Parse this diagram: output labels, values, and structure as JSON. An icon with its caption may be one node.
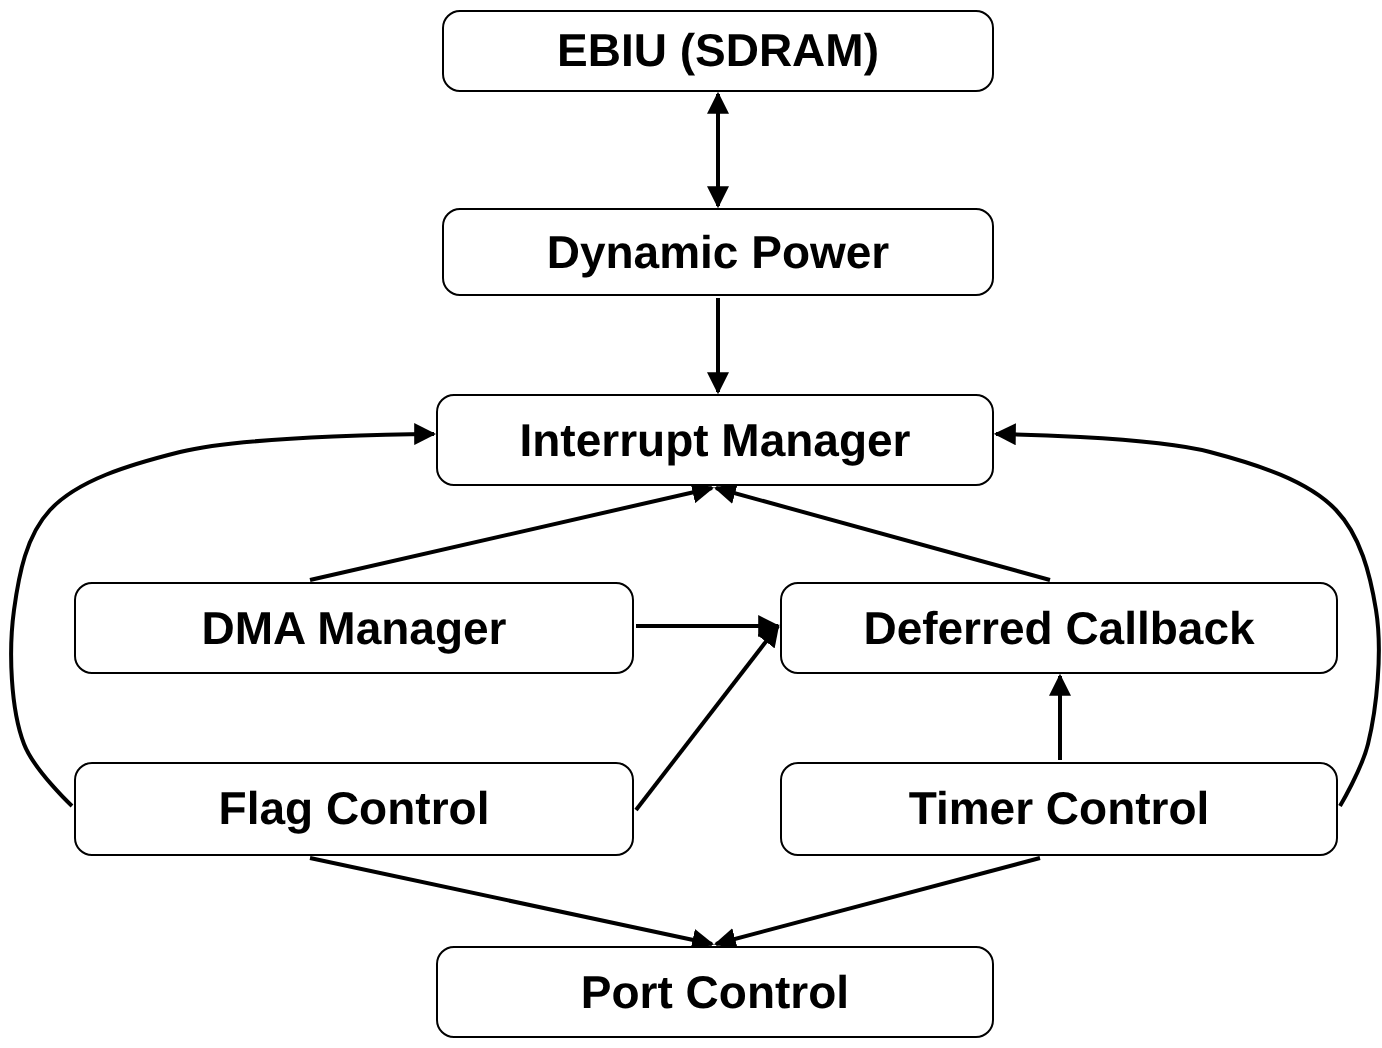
{
  "diagram": {
    "nodes": [
      {
        "text": [
          "EBIU (SDRAM)"
        ]
      },
      {
        "text": [
          "Dynamic Power"
        ]
      },
      {
        "text": [
          "Interrupt Manager"
        ]
      },
      {
        "text": [
          "DMA Manager"
        ]
      },
      {
        "text": [
          "Deferred Callback"
        ]
      },
      {
        "text": [
          "Flag Control"
        ]
      },
      {
        "text": [
          "Timer Control"
        ]
      },
      {
        "text": [
          "Port Control"
        ]
      }
    ],
    "edges": [
      {
        "from": 0,
        "to": 1,
        "arrow": "both"
      },
      {
        "from": 1,
        "to": 2,
        "arrow": "to"
      },
      {
        "from": 3,
        "to": 2,
        "arrow": "to"
      },
      {
        "from": 4,
        "to": 2,
        "arrow": "to"
      },
      {
        "from": 5,
        "to": 2,
        "arrow": "to"
      },
      {
        "from": 6,
        "to": 2,
        "arrow": "to"
      },
      {
        "from": 3,
        "to": 4,
        "arrow": "to"
      },
      {
        "from": 5,
        "to": 4,
        "arrow": "to"
      },
      {
        "from": 6,
        "to": 4,
        "arrow": "to"
      },
      {
        "from": 5,
        "to": 7,
        "arrow": "to"
      },
      {
        "from": 6,
        "to": 7,
        "arrow": "to"
      }
    ]
  }
}
